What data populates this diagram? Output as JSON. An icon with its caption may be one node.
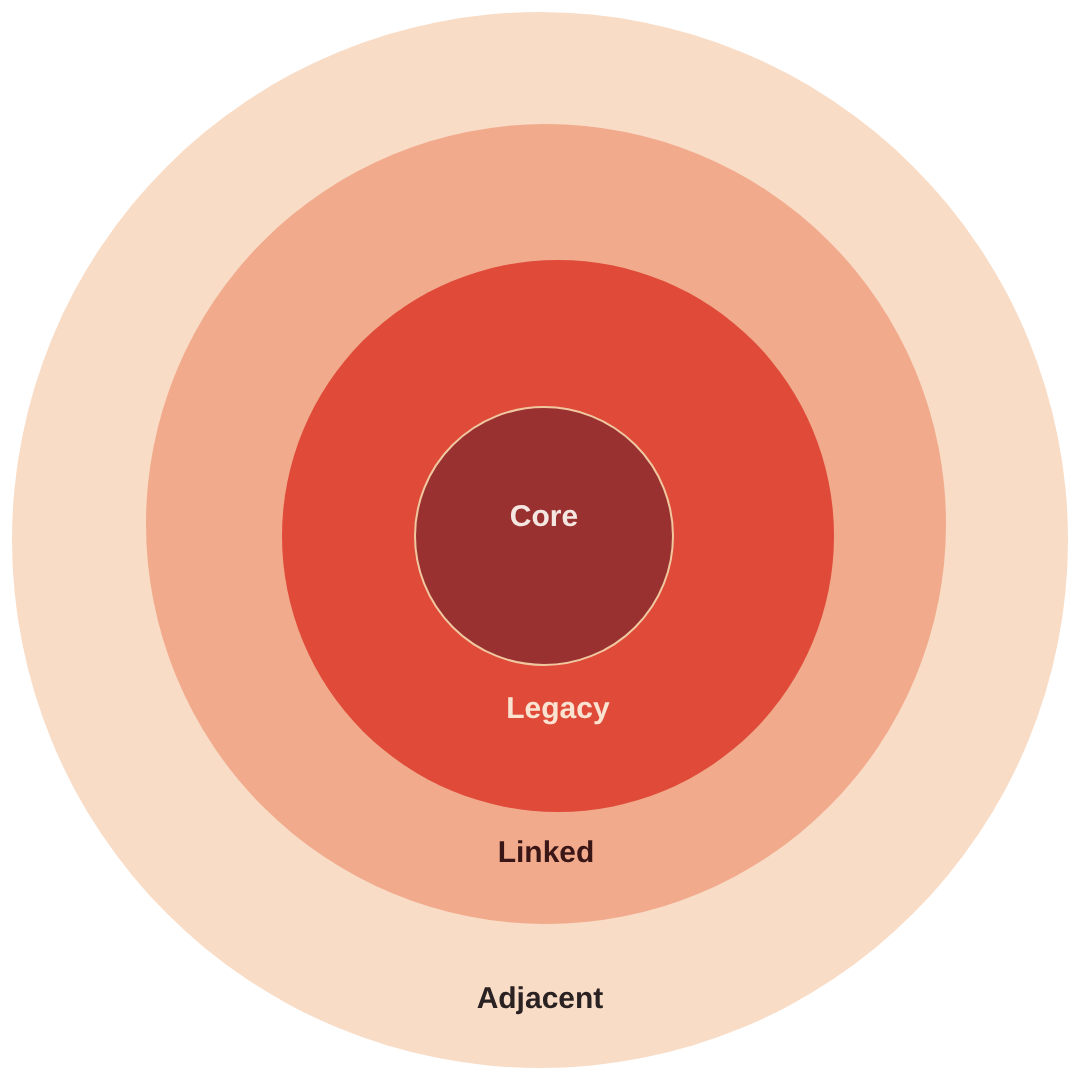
{
  "diagram": {
    "nodes": [
      {
        "text": [
          "Adjacent"
        ]
      },
      {
        "text": [
          "Linked"
        ],
        "in": 0
      },
      {
        "text": [
          "Legacy"
        ],
        "in": 1
      },
      {
        "text": [
          "Core"
        ],
        "in": 2
      }
    ]
  }
}
